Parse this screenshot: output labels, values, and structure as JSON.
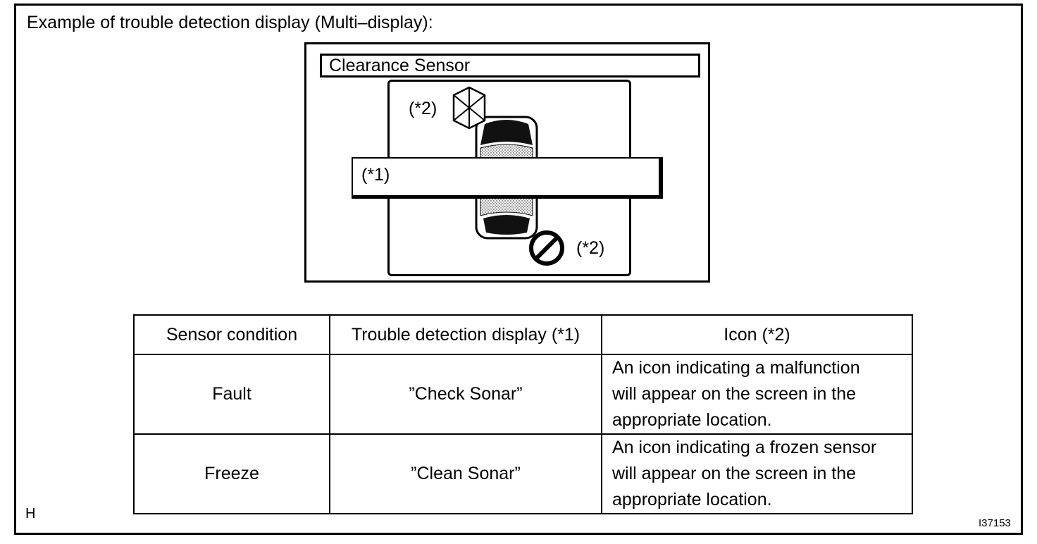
{
  "heading": "Example of trouble detection display (Multi–display):",
  "screen": {
    "title": "Clearance Sensor",
    "message_label": "(*1)",
    "icon_label_top": "(*2)",
    "icon_label_bottom": "(*2)"
  },
  "icons": {
    "top": "frozen-sensor-icon",
    "bottom": "malfunction-icon",
    "vehicle": "car-top-view-icon"
  },
  "table": {
    "headers": [
      "Sensor condition",
      "Trouble detection display (*1)",
      "Icon (*2)"
    ],
    "rows": [
      {
        "condition": "Fault",
        "display": "”Check Sonar”",
        "icon_lines": [
          "An icon indicating a malfunction",
          "will appear on the screen in the",
          "appropriate location."
        ]
      },
      {
        "condition": "Freeze",
        "display": "”Clean Sonar”",
        "icon_lines": [
          "An icon indicating a frozen sensor",
          "will appear on the screen in the",
          "appropriate location."
        ]
      }
    ]
  },
  "corner_letter": "H",
  "figure_id": "I37153"
}
